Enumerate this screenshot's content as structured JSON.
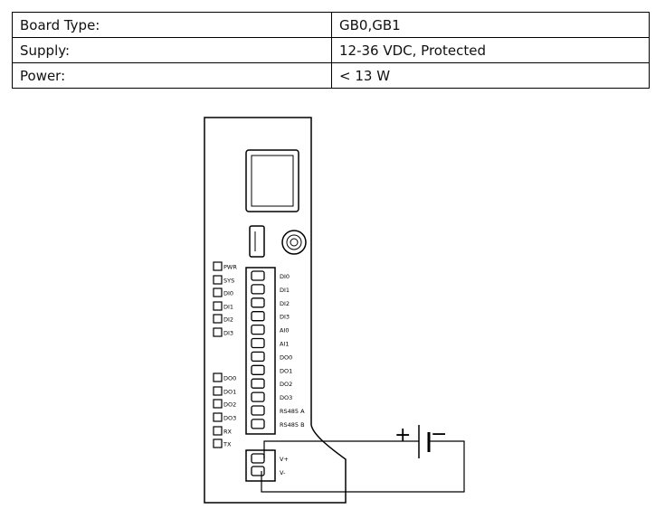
{
  "spec_table": {
    "rows": [
      {
        "label": "Board Type:",
        "value": "GB0,GB1"
      },
      {
        "label": "Supply:",
        "value": "12-36 VDC, Protected"
      },
      {
        "label": "Power:",
        "value": "< 13 W"
      }
    ]
  },
  "diagram": {
    "leds_top": [
      "PWR",
      "SYS",
      "DI0",
      "DI1",
      "DI2",
      "DI3"
    ],
    "leds_bottom": [
      "DO0",
      "DO1",
      "DO2",
      "DO3",
      "RX",
      "TX"
    ],
    "terminals": [
      "DI0",
      "DI1",
      "DI2",
      "DI3",
      "AI0",
      "AI1",
      "DO0",
      "DO1",
      "DO2",
      "DO3",
      "RS485 A",
      "RS485 B"
    ],
    "power_terminals": [
      "V+",
      "V-"
    ],
    "battery": {
      "plus": "+",
      "minus": "−"
    }
  }
}
